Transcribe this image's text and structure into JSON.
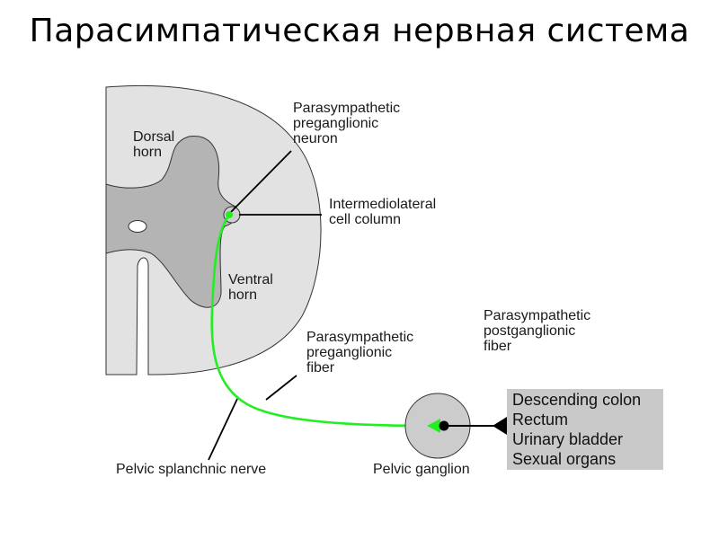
{
  "title": "Парасимпатическая нервная система",
  "labels": {
    "dorsal_horn": [
      "Dorsal",
      "horn"
    ],
    "ventral_horn": [
      "Ventral",
      "horn"
    ],
    "preganglionic_neuron": [
      "Parasympathetic",
      "preganglionic",
      "neuron"
    ],
    "intermediolateral": [
      "Intermediolateral",
      "cell column"
    ],
    "preganglionic_fiber": [
      "Parasympathetic",
      "preganglionic",
      "fiber"
    ],
    "postganglionic_fiber": [
      "Parasympathetic",
      "postganglionic",
      "fiber"
    ],
    "pelvic_splanchnic_nerve": "Pelvic splanchnic nerve",
    "pelvic_ganglion": "Pelvic ganglion"
  },
  "targets": [
    "Descending colon",
    "Rectum",
    "Urinary bladder",
    "Sexual organs"
  ],
  "colors": {
    "fiber": "#22ee22",
    "white_matter": "#e2e2e2",
    "gray_matter": "#b4b4b4",
    "outline": "#333333",
    "ganglion": "#cccccc",
    "target_box": "#c9c9c9"
  }
}
